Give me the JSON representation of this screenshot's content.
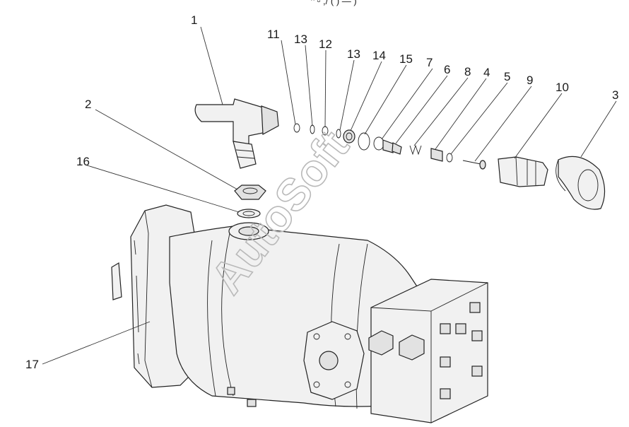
{
  "diagram": {
    "header_fragment": "ᵔ ᵕ ,/ ( ) — )",
    "watermark": "AutoSoft",
    "callouts": [
      {
        "id": "1",
        "label": "1"
      },
      {
        "id": "2",
        "label": "2"
      },
      {
        "id": "3",
        "label": "3"
      },
      {
        "id": "4",
        "label": "4"
      },
      {
        "id": "5",
        "label": "5"
      },
      {
        "id": "6",
        "label": "6"
      },
      {
        "id": "7",
        "label": "7"
      },
      {
        "id": "8",
        "label": "8"
      },
      {
        "id": "9",
        "label": "9"
      },
      {
        "id": "10",
        "label": "10"
      },
      {
        "id": "11",
        "label": "11"
      },
      {
        "id": "12",
        "label": "12"
      },
      {
        "id": "13a",
        "label": "13"
      },
      {
        "id": "13b",
        "label": "13"
      },
      {
        "id": "14",
        "label": "14"
      },
      {
        "id": "15",
        "label": "15"
      },
      {
        "id": "16",
        "label": "16"
      },
      {
        "id": "17",
        "label": "17"
      }
    ]
  }
}
